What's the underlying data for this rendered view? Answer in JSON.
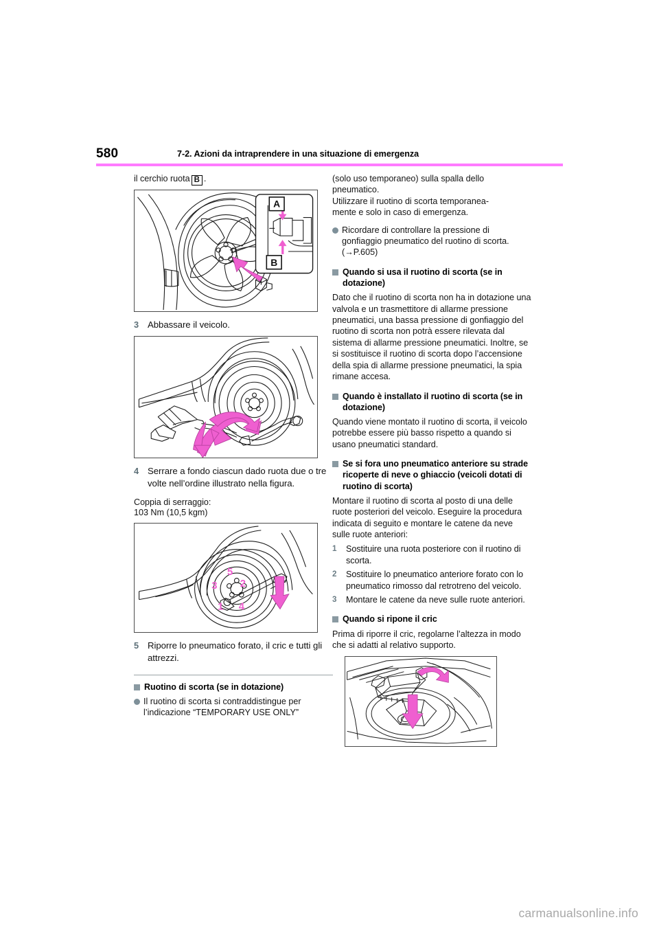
{
  "header": {
    "page_number": "580",
    "section_title": "7-2. Azioni da intraprendere in una situazione di emergenza",
    "rule_color": "#ff7bff"
  },
  "colors": {
    "accent_pink": "#ff7bff",
    "marker_gray": "#8a9aa2",
    "bullet_gray": "#7e9099",
    "step_number": "#5d7078",
    "illustration_highlight": "#ef5fd0"
  },
  "left_column": {
    "intro_text_before": "il cerchio ruota",
    "intro_box_label": "B",
    "intro_text_after": ".",
    "figure_1": {
      "name": "wheel-hub-callout-figure",
      "callout_a": "A",
      "callout_b": "B"
    },
    "step_3": {
      "num": "3",
      "text": "Abbassare il veicolo."
    },
    "figure_2": {
      "name": "lowering-vehicle-jack-figure"
    },
    "step_4": {
      "num": "4",
      "text": "Serrare a fondo ciascun dado ruota due o tre volte nell’ordine illustrato nella figura."
    },
    "torque_label": "Coppia di serraggio:",
    "torque_value": "103 Nm (10,5 kgm)",
    "figure_3": {
      "name": "wheel-nut-tightening-order-figure",
      "nut_order": [
        "5",
        "3",
        "2",
        "1",
        "4"
      ]
    },
    "step_5": {
      "num": "5",
      "text": "Riporre lo pneumatico forato, il cric e tutti gli attrezzi."
    },
    "note_heading": "Ruotino di scorta (se in dotazione)",
    "note_bullet": "Il ruotino di scorta si contraddistingue per l’indicazione “TEMPORARY USE ONLY”"
  },
  "right_column": {
    "continued_paragraph": "(solo uso temporaneo) sulla spalla dello pneumatico.\nUtilizzare il ruotino di scorta temporaneamente e solo in caso di emergenza.",
    "continued_line_1": "(solo uso temporaneo) sulla spalla dello",
    "continued_line_2": "pneumatico.",
    "continued_line_3": "Utilizzare il ruotino di scorta temporanea-",
    "continued_line_4": "mente e solo in caso di emergenza.",
    "bullet_pressure": "Ricordare di controllare la pressione di gonfiaggio pneumatico del ruotino di scorta. (→P.605)",
    "heading_1": "Quando si usa il ruotino di scorta (se in dotazione)",
    "body_1": "Dato che il ruotino di scorta non ha in dotazione una valvola e un trasmettitore di allarme pressione pneumatici, una bassa pressione di gonfiaggio del ruotino di scorta non potrà essere rilevata dal sistema di allarme pressione pneumatici. Inoltre, se si sostituisce il ruotino di scorta dopo l’accensione della spia di allarme pressione pneumatici, la spia rimane accesa.",
    "heading_2": "Quando è installato il ruotino di scorta (se in dotazione)",
    "body_2": "Quando viene montato il ruotino di scorta, il veicolo potrebbe essere più basso rispetto a quando si usano pneumatici standard.",
    "heading_3": "Se si fora uno pneumatico anteriore su strade ricoperte di neve o ghiaccio (veicoli dotati di ruotino di scorta)",
    "body_3": "Montare il ruotino di scorta al posto di una delle ruote posteriori del veicolo. Eseguire la procedura indicata di seguito e montare le catene da neve sulle ruote anteriori:",
    "steps": [
      {
        "num": "1",
        "text": "Sostituire una ruota posteriore con il ruotino di scorta."
      },
      {
        "num": "2",
        "text": "Sostituire lo pneumatico anteriore forato con lo pneumatico rimosso dal retrotreno del veicolo."
      },
      {
        "num": "3",
        "text": "Montare le catene da neve sulle ruote anteriori."
      }
    ],
    "heading_4": "Quando si ripone il cric",
    "body_4": "Prima di riporre il cric, regolarne l’altezza in modo che si adatti al relativo supporto.",
    "figure_4": {
      "name": "jack-stowage-figure"
    }
  },
  "footer": {
    "watermark": "carmanualsonline.info"
  }
}
